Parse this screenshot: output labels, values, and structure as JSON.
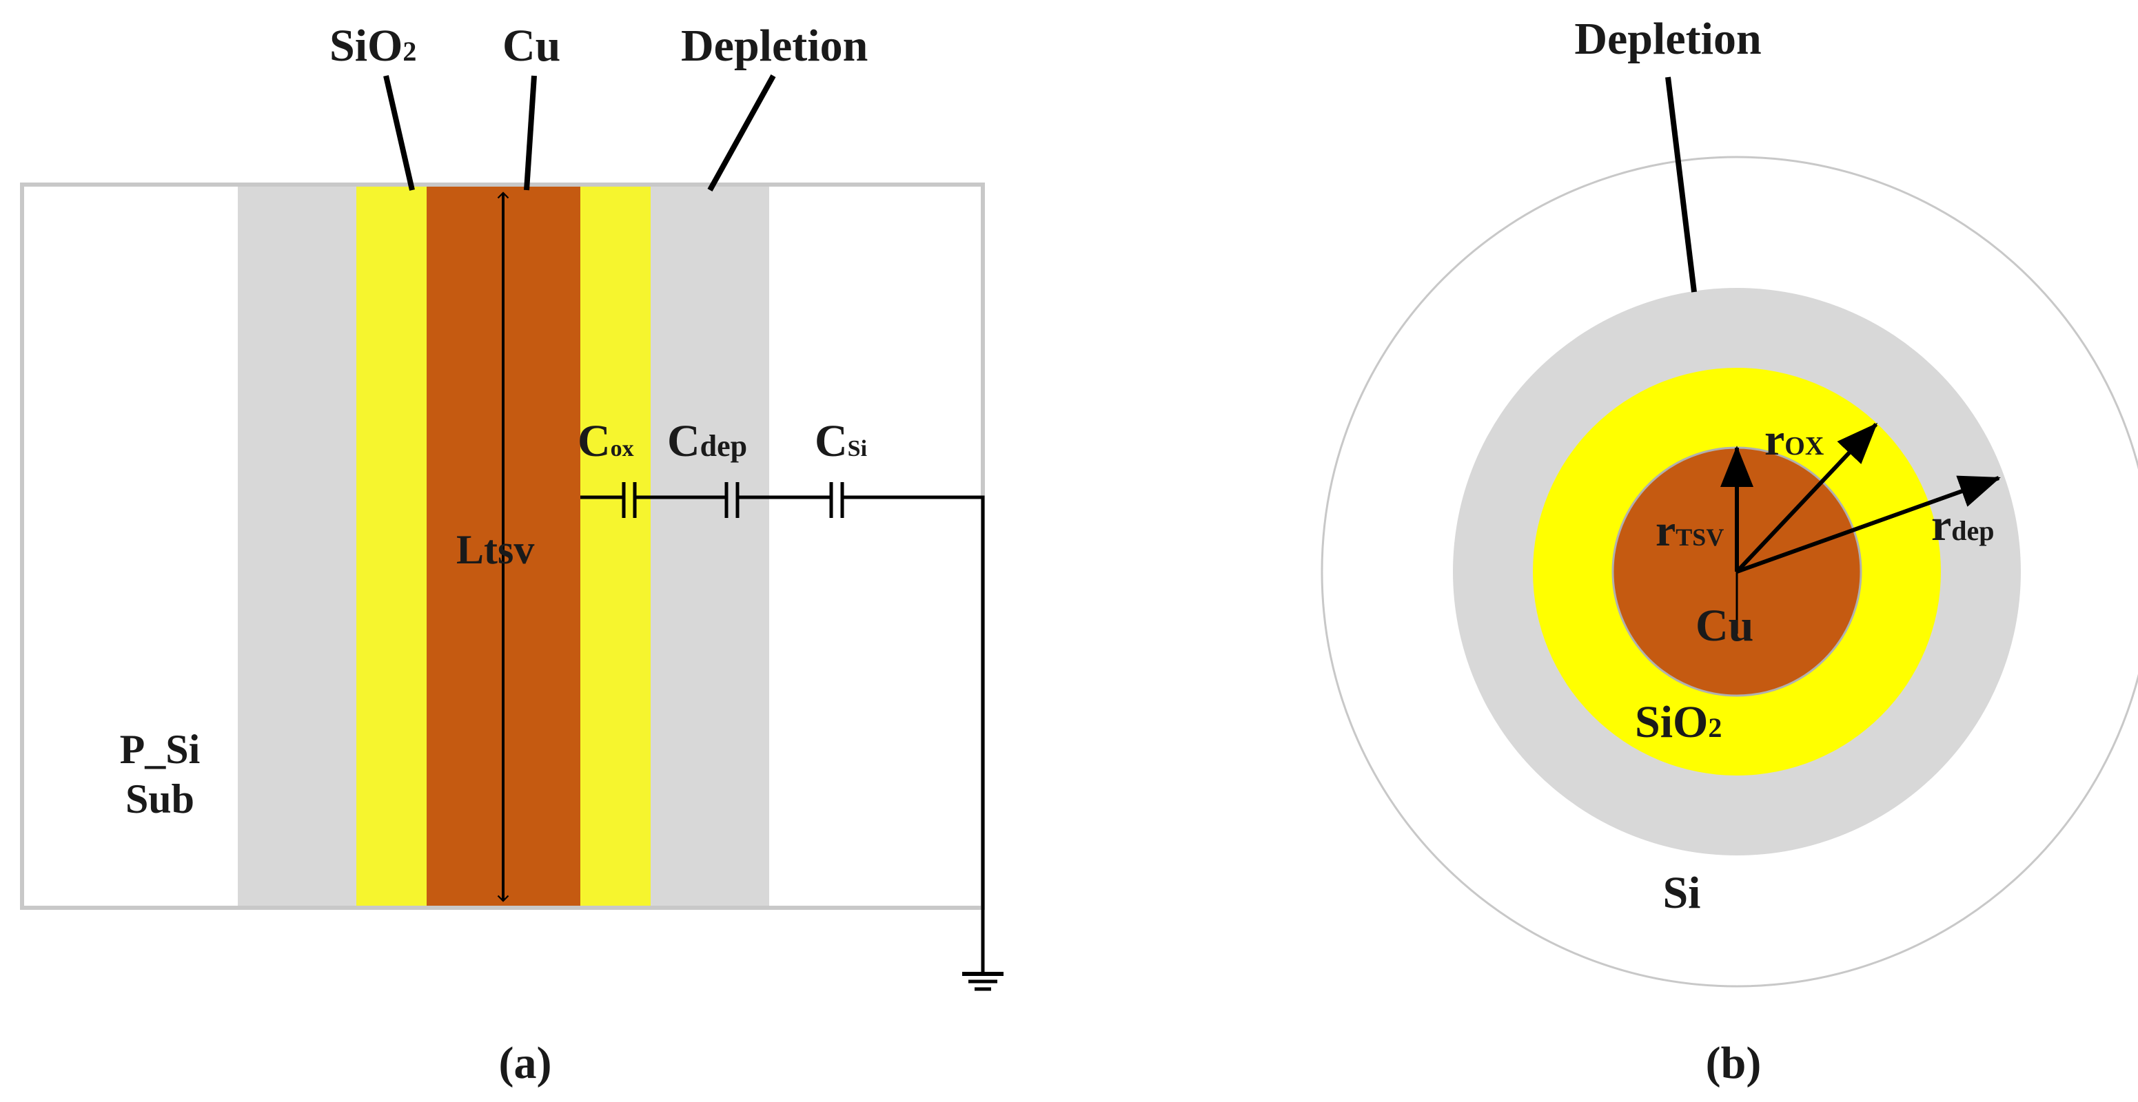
{
  "colors": {
    "copper": "#C55A11",
    "oxide": "#F6F52E",
    "oxide_ring": "#FFFF00",
    "depletion": "#D8D8D8",
    "substrate": "#FFFFFF",
    "outline": "#C8C8C8",
    "wire": "#000000"
  },
  "panel_a": {
    "label_sio2": "SiO",
    "label_sio2_sub": "2",
    "label_cu": "Cu",
    "label_depletion": "Depletion",
    "label_substrate_line1": "P_Si",
    "label_substrate_line2": "Sub",
    "label_length": "Ltsv",
    "cap_ox_main": "C",
    "cap_ox_sub": "ox",
    "cap_dep_main": "C",
    "cap_dep_sub": "dep",
    "cap_si_main": "C",
    "cap_si_sub": "Si",
    "caption": "(a)",
    "icons": [
      "capacitor-icon",
      "ground-icon",
      "double-arrow-icon"
    ]
  },
  "panel_b": {
    "label_depletion": "Depletion",
    "label_si": "Si",
    "label_sio2": "SiO",
    "label_sio2_sub": "2",
    "label_cu": "Cu",
    "r_ox_main": "r",
    "r_ox_sub": "OX",
    "r_tsv_main": "r",
    "r_tsv_sub": "TSV",
    "r_dep_main": "r",
    "r_dep_sub": "dep",
    "caption": "(b)",
    "icons": [
      "arrow-icon"
    ]
  }
}
